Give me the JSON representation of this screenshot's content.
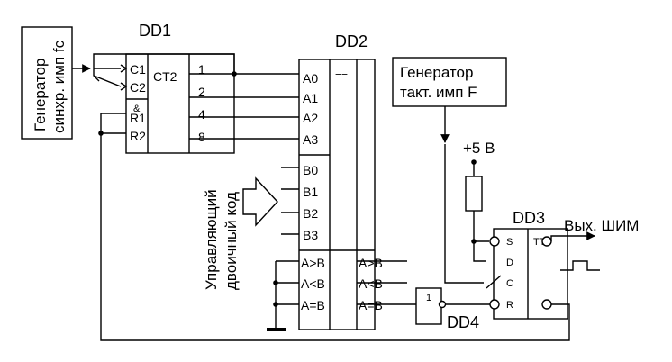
{
  "generator_sync": {
    "line1": "Генератор",
    "line2": "синхр. имп fc"
  },
  "dd1": {
    "title": "DD1",
    "in_c1": "C1",
    "in_c2": "C2",
    "and_mark": "&",
    "in_r1": "R1",
    "in_r2": "R2",
    "func": "CT2",
    "out_1": "1",
    "out_2": "2",
    "out_4": "4",
    "out_8": "8"
  },
  "dd2": {
    "title": "DD2",
    "func": "==",
    "a0": "A0",
    "a1": "A1",
    "a2": "A2",
    "a3": "A3",
    "b0": "B0",
    "b1": "B1",
    "b2": "B2",
    "b3": "B3",
    "in_gt": "A>B",
    "in_lt": "A<B",
    "in_eq": "A=B",
    "out_gt": "A>B",
    "out_lt": "A<B",
    "out_eq": "A=B"
  },
  "generator_clock": {
    "line1": "Генератор",
    "line2": "такт. имп F"
  },
  "supply": "+5 В",
  "control_code": {
    "line1": "Управляющий",
    "line2": "двоичный код"
  },
  "dd3": {
    "title": "DD3",
    "func": "TT",
    "s": "S",
    "d": "D",
    "c": "C",
    "r": "R"
  },
  "dd4": {
    "title": "DD4",
    "func": "1"
  },
  "output": "Вых. ШИМ"
}
